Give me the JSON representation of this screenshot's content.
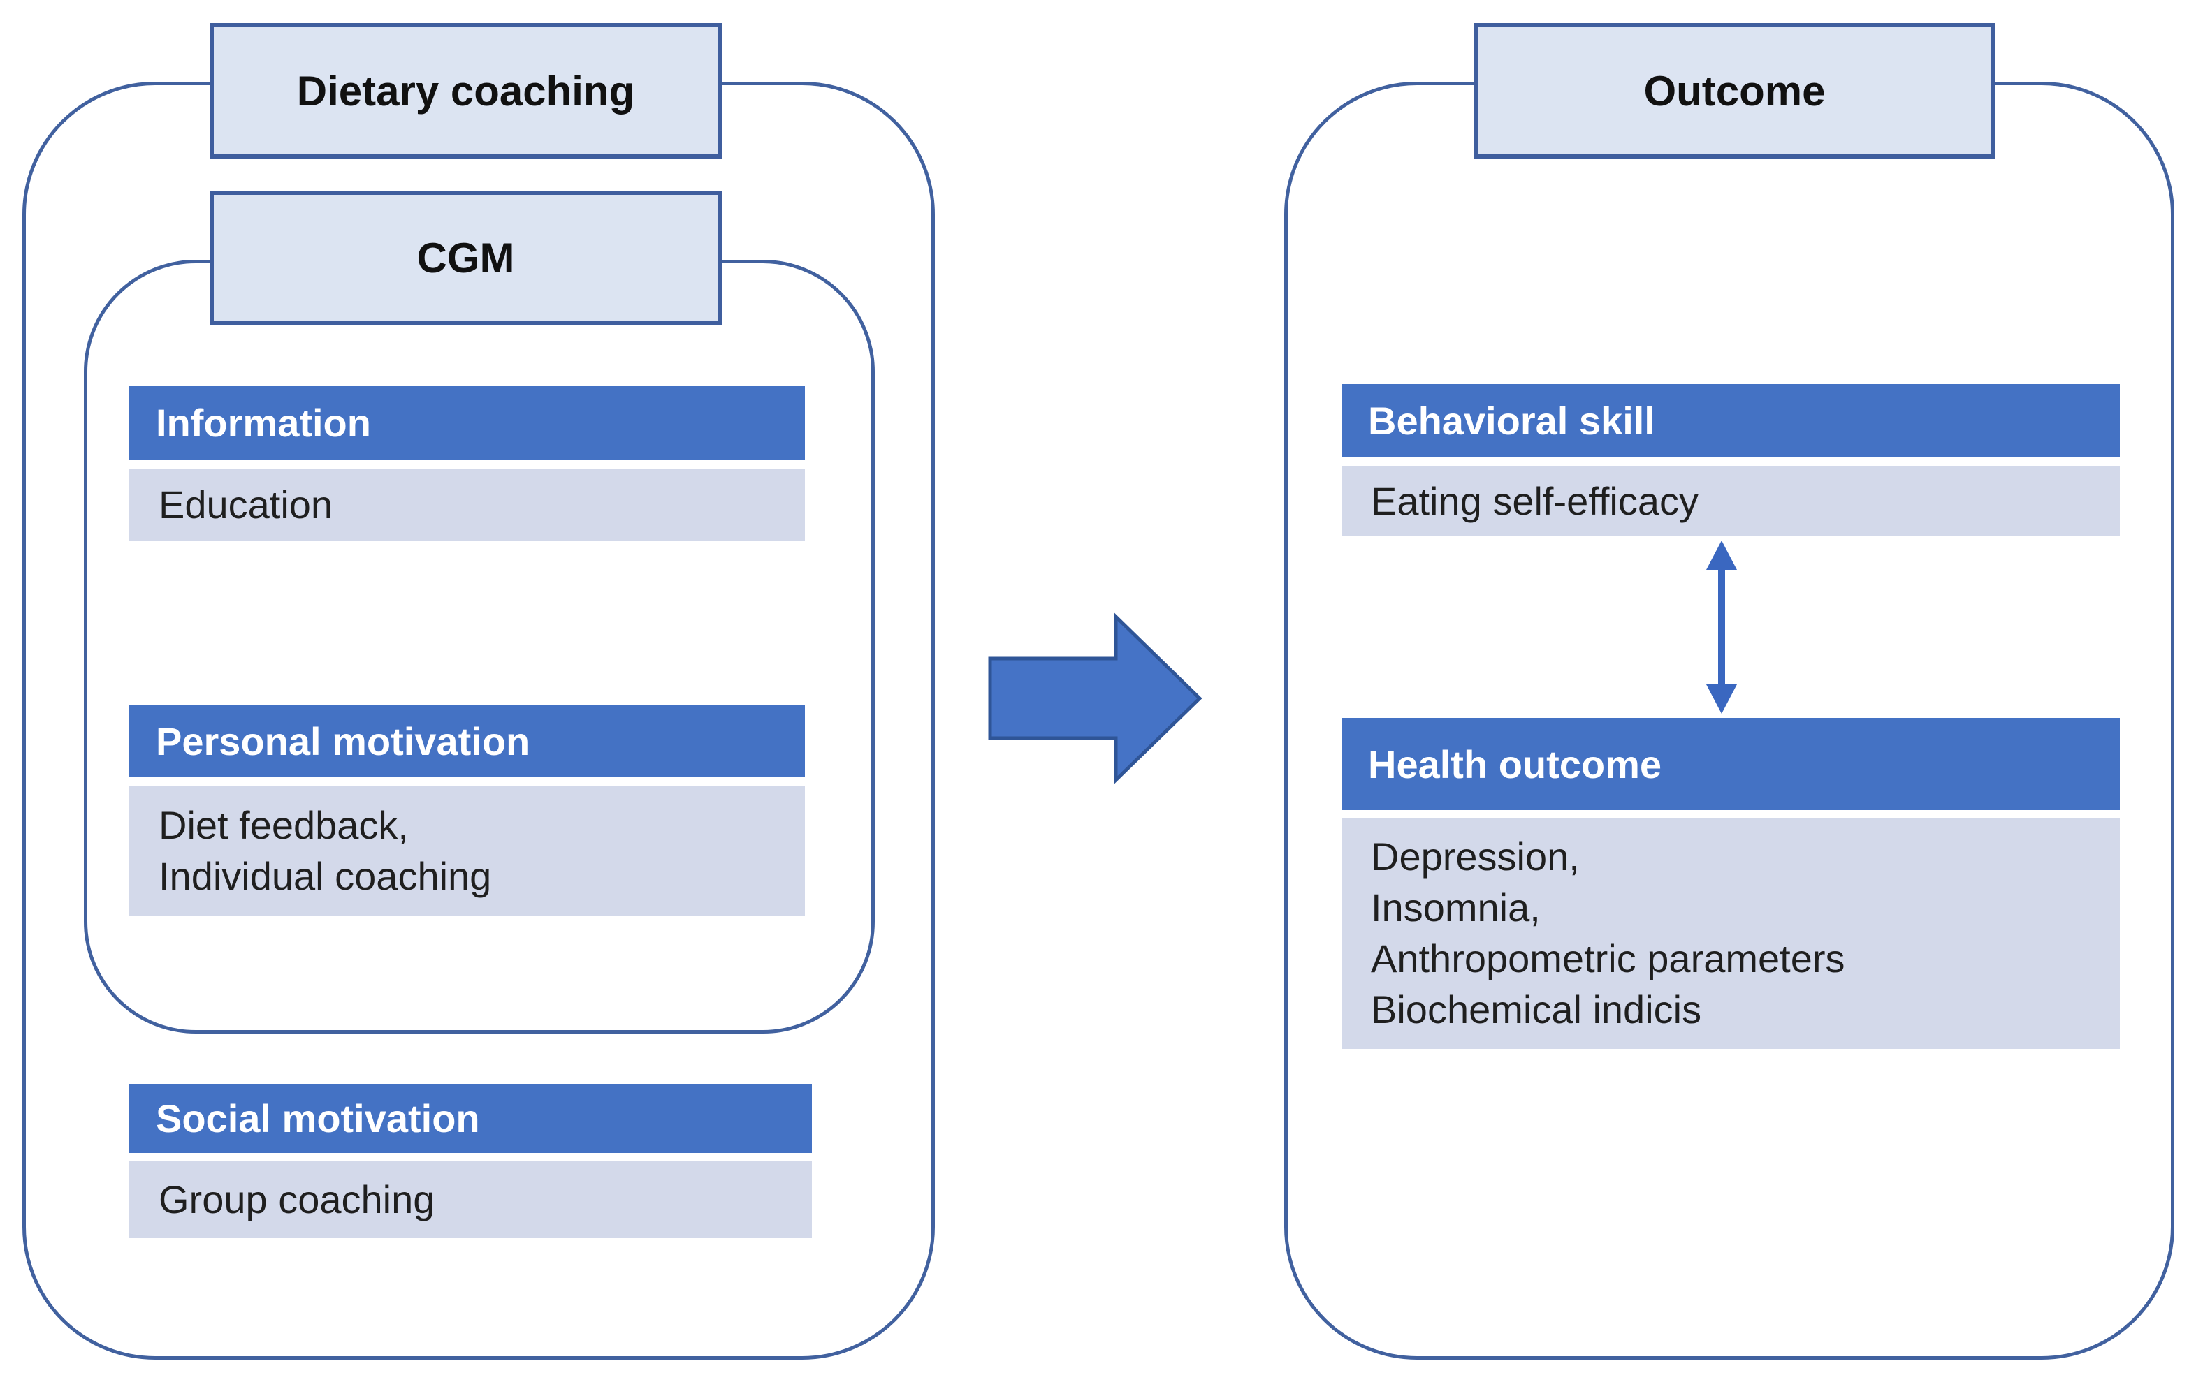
{
  "figure": {
    "left_group": {
      "title": "Dietary coaching",
      "cgm": {
        "title": "CGM",
        "information": {
          "header": "Information",
          "lines": [
            "Education"
          ]
        },
        "personal_motivation": {
          "header": "Personal motivation",
          "lines": [
            "Diet feedback,",
            "Individual coaching"
          ]
        }
      },
      "social_motivation": {
        "header": "Social motivation",
        "lines": [
          "Group coaching"
        ]
      }
    },
    "right_group": {
      "title": "Outcome",
      "behavioral_skill": {
        "header": "Behavioral skill",
        "lines": [
          "Eating self-efficacy"
        ]
      },
      "health_outcome": {
        "header": "Health outcome",
        "lines": [
          "Depression,",
          "Insomnia,",
          "Anthropometric parameters",
          "Biochemical indicis"
        ]
      }
    },
    "icons": {
      "flow_arrow": "right-block-arrow",
      "link_arrow": "double-headed-vertical-arrow"
    },
    "colors": {
      "header_bg": "#4472c4",
      "row_bg": "#d3d9ea",
      "label_bg": "#dce4f2",
      "label_border": "#3f5e9e",
      "outline": "#41619f",
      "arrow_fill": "#4573c6",
      "arrow_stroke": "#2f5597",
      "header_text": "#ffffff",
      "body_text": "#1f1f1f"
    }
  }
}
